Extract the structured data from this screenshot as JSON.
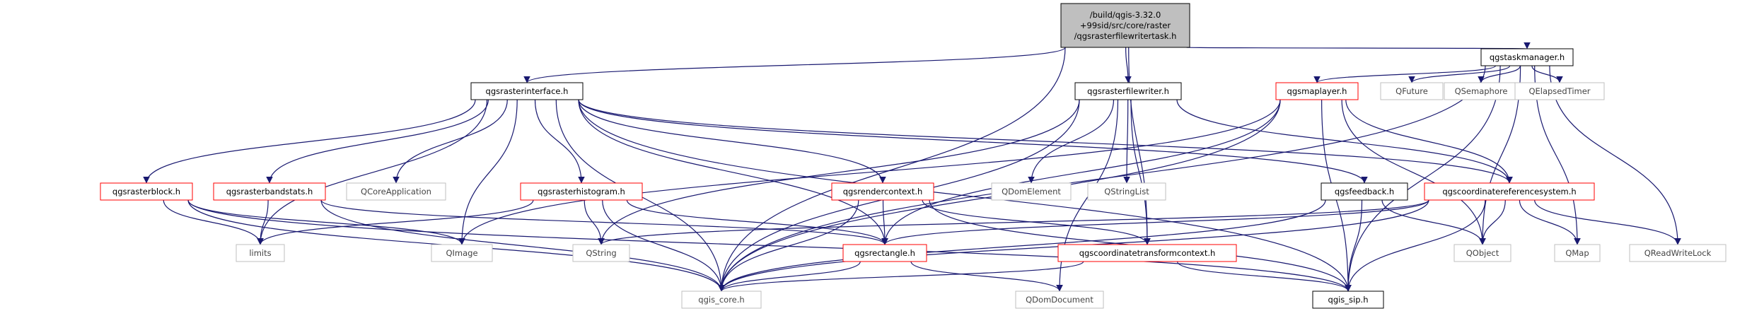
{
  "diagram": {
    "type": "include-dependency-graph",
    "colors": {
      "edge": "#191970",
      "root_fill": "#bfbfbf",
      "root_border": "#000000",
      "documented_border": "#000000",
      "has_more_border": "#ff0000",
      "external_border": "#bfbfbf",
      "external_text": "#444444"
    },
    "nodes": [
      {
        "id": "root",
        "style": "root",
        "lines": [
          "/build/qgis-3.32.0",
          "+99sid/src/core/raster",
          "/qgsrasterfilewritertask.h"
        ]
      },
      {
        "id": "qgis_core",
        "style": "external",
        "lines": [
          "qgis_core.h"
        ]
      },
      {
        "id": "qgsrasterinterface",
        "style": "documented",
        "lines": [
          "qgsrasterinterface.h"
        ]
      },
      {
        "id": "qgsrasterfilewriter",
        "style": "documented",
        "lines": [
          "qgsrasterfilewriter.h"
        ]
      },
      {
        "id": "qgscoordinatetransformcontext",
        "style": "has-more",
        "lines": [
          "qgscoordinatetransformcontext.h"
        ]
      },
      {
        "id": "qgstaskmanager",
        "style": "documented",
        "lines": [
          "qgstaskmanager.h"
        ]
      },
      {
        "id": "qgsrasterblock",
        "style": "has-more",
        "lines": [
          "qgsrasterblock.h"
        ]
      },
      {
        "id": "qgsrasterbandstats",
        "style": "has-more",
        "lines": [
          "qgsrasterbandstats.h"
        ]
      },
      {
        "id": "qcoreapplication",
        "style": "external",
        "lines": [
          "QCoreApplication"
        ]
      },
      {
        "id": "qimage",
        "style": "external",
        "lines": [
          "QImage"
        ]
      },
      {
        "id": "qgsrasterhistogram",
        "style": "has-more",
        "lines": [
          "qgsrasterhistogram.h"
        ]
      },
      {
        "id": "qgsrendercontext",
        "style": "has-more",
        "lines": [
          "qgsrendercontext.h"
        ]
      },
      {
        "id": "qgsfeedback",
        "style": "documented",
        "lines": [
          "qgsfeedback.h"
        ]
      },
      {
        "id": "qgscoordinatereferencesystem",
        "style": "has-more",
        "lines": [
          "qgscoordinatereferencesystem.h"
        ]
      },
      {
        "id": "qgis_sip",
        "style": "documented",
        "lines": [
          "qgis_sip.h"
        ]
      },
      {
        "id": "qdomelement",
        "style": "external",
        "lines": [
          "QDomElement"
        ]
      },
      {
        "id": "qstringlist",
        "style": "external",
        "lines": [
          "QStringList"
        ]
      },
      {
        "id": "qgsmaplayer",
        "style": "has-more",
        "lines": [
          "qgsmaplayer.h"
        ]
      },
      {
        "id": "qfuture",
        "style": "external",
        "lines": [
          "QFuture"
        ]
      },
      {
        "id": "qsemaphore",
        "style": "external",
        "lines": [
          "QSemaphore"
        ]
      },
      {
        "id": "qelapsedtimer",
        "style": "external",
        "lines": [
          "QElapsedTimer"
        ]
      },
      {
        "id": "limits",
        "style": "external",
        "lines": [
          "limits"
        ]
      },
      {
        "id": "qgsrectangle",
        "style": "has-more",
        "lines": [
          "qgsrectangle.h"
        ]
      },
      {
        "id": "qstring",
        "style": "external",
        "lines": [
          "QString"
        ]
      },
      {
        "id": "qdomdocument",
        "style": "external",
        "lines": [
          "QDomDocument"
        ]
      },
      {
        "id": "qobject",
        "style": "external",
        "lines": [
          "QObject"
        ]
      },
      {
        "id": "qmap",
        "style": "external",
        "lines": [
          "QMap"
        ]
      },
      {
        "id": "qreadwritelock",
        "style": "external",
        "lines": [
          "QReadWriteLock"
        ]
      }
    ],
    "edges": [
      [
        "root",
        "qgis_core"
      ],
      [
        "root",
        "qgsrasterinterface"
      ],
      [
        "root",
        "qgsrasterfilewriter"
      ],
      [
        "root",
        "qgscoordinatetransformcontext"
      ],
      [
        "root",
        "qgstaskmanager"
      ],
      [
        "qgsrasterinterface",
        "qgis_core"
      ],
      [
        "qgsrasterinterface",
        "qgsrasterblock"
      ],
      [
        "qgsrasterinterface",
        "qgsrasterbandstats"
      ],
      [
        "qgsrasterinterface",
        "qcoreapplication"
      ],
      [
        "qgsrasterinterface",
        "qimage"
      ],
      [
        "qgsrasterinterface",
        "qgsrasterhistogram"
      ],
      [
        "qgsrasterinterface",
        "qgsrendercontext"
      ],
      [
        "qgsrasterinterface",
        "qgsfeedback"
      ],
      [
        "qgsrasterinterface",
        "qgscoordinatereferencesystem"
      ],
      [
        "qgsrasterinterface",
        "limits"
      ],
      [
        "qgsrasterinterface",
        "qgsrectangle"
      ],
      [
        "qgsrasterinterface",
        "qgis_sip"
      ],
      [
        "qgsrasterblock",
        "qgis_core"
      ],
      [
        "qgsrasterblock",
        "limits"
      ],
      [
        "qgsrasterblock",
        "qimage"
      ],
      [
        "qgsrasterblock",
        "qgis_sip"
      ],
      [
        "qgsrasterbandstats",
        "qgis_core"
      ],
      [
        "qgsrasterbandstats",
        "limits"
      ],
      [
        "qgsrasterbandstats",
        "qgsrectangle"
      ],
      [
        "qgsrasterhistogram",
        "qgis_core"
      ],
      [
        "qgsrasterhistogram",
        "qstring"
      ],
      [
        "qgsrasterhistogram",
        "limits"
      ],
      [
        "qgsrasterhistogram",
        "qgsrectangle"
      ],
      [
        "qgsrendercontext",
        "qgis_core"
      ],
      [
        "qgsrendercontext",
        "qgsrectangle"
      ],
      [
        "qgsrendercontext",
        "qgscoordinatetransformcontext"
      ],
      [
        "qgsrendercontext",
        "qgis_sip"
      ],
      [
        "qgsrectangle",
        "qgis_core"
      ],
      [
        "qgsrectangle",
        "qdomdocument"
      ],
      [
        "qgscoordinatetransformcontext",
        "qgis_core"
      ],
      [
        "qgscoordinatetransformcontext",
        "qgis_sip"
      ],
      [
        "qgsrasterfilewriter",
        "qgis_core"
      ],
      [
        "qgsrasterfilewriter",
        "qdomelement"
      ],
      [
        "qgsrasterfilewriter",
        "qstringlist"
      ],
      [
        "qgsrasterfilewriter",
        "qstring"
      ],
      [
        "qgsrasterfilewriter",
        "qgscoordinatereferencesystem"
      ],
      [
        "qgsrasterfilewriter",
        "qdomdocument"
      ],
      [
        "qgsrasterfilewriter",
        "qgscoordinatetransformcontext"
      ],
      [
        "qgstaskmanager",
        "qgis_core"
      ],
      [
        "qgstaskmanager",
        "qgsmaplayer"
      ],
      [
        "qgstaskmanager",
        "qfuture"
      ],
      [
        "qgstaskmanager",
        "qsemaphore"
      ],
      [
        "qgstaskmanager",
        "qelapsedtimer"
      ],
      [
        "qgstaskmanager",
        "qobject"
      ],
      [
        "qgstaskmanager",
        "qmap"
      ],
      [
        "qgstaskmanager",
        "qreadwritelock"
      ],
      [
        "qgstaskmanager",
        "qgis_sip"
      ],
      [
        "qgsmaplayer",
        "qgis_core"
      ],
      [
        "qgsmaplayer",
        "qgscoordinatereferencesystem"
      ],
      [
        "qgsmaplayer",
        "qgsrectangle"
      ],
      [
        "qgsmaplayer",
        "qimage"
      ],
      [
        "qgsmaplayer",
        "qobject"
      ],
      [
        "qgsmaplayer",
        "qgis_sip"
      ],
      [
        "qgsfeedback",
        "qgis_core"
      ],
      [
        "qgsfeedback",
        "qgis_sip"
      ],
      [
        "qgsfeedback",
        "qobject"
      ],
      [
        "qgscoordinatereferencesystem",
        "qgis_core"
      ],
      [
        "qgscoordinatereferencesystem",
        "qgsrectangle"
      ],
      [
        "qgscoordinatereferencesystem",
        "qstring"
      ],
      [
        "qgscoordinatereferencesystem",
        "qobject"
      ],
      [
        "qgscoordinatereferencesystem",
        "qmap"
      ],
      [
        "qgscoordinatereferencesystem",
        "qreadwritelock"
      ],
      [
        "qgscoordinatereferencesystem",
        "qgis_sip"
      ]
    ]
  }
}
